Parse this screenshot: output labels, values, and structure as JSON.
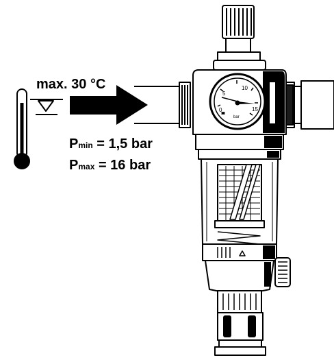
{
  "annotations": {
    "temperature": "max. 30 °C",
    "pmin": {
      "symbol": "P",
      "subscript": "min",
      "value": "= 1,5 bar"
    },
    "pmax": {
      "symbol": "P",
      "subscript": "max",
      "value": "= 16 bar"
    }
  },
  "gauge": {
    "ticks": [
      "0",
      "5",
      "10",
      "15"
    ],
    "unit": "bar"
  },
  "icons": {
    "thermometer": "thermometer-icon",
    "water_level": "water-level-icon",
    "flow_arrow": "flow-direction-arrow-icon"
  },
  "colors": {
    "ink": "#000000",
    "paper": "#ffffff",
    "shade": "#1a1a1a"
  }
}
